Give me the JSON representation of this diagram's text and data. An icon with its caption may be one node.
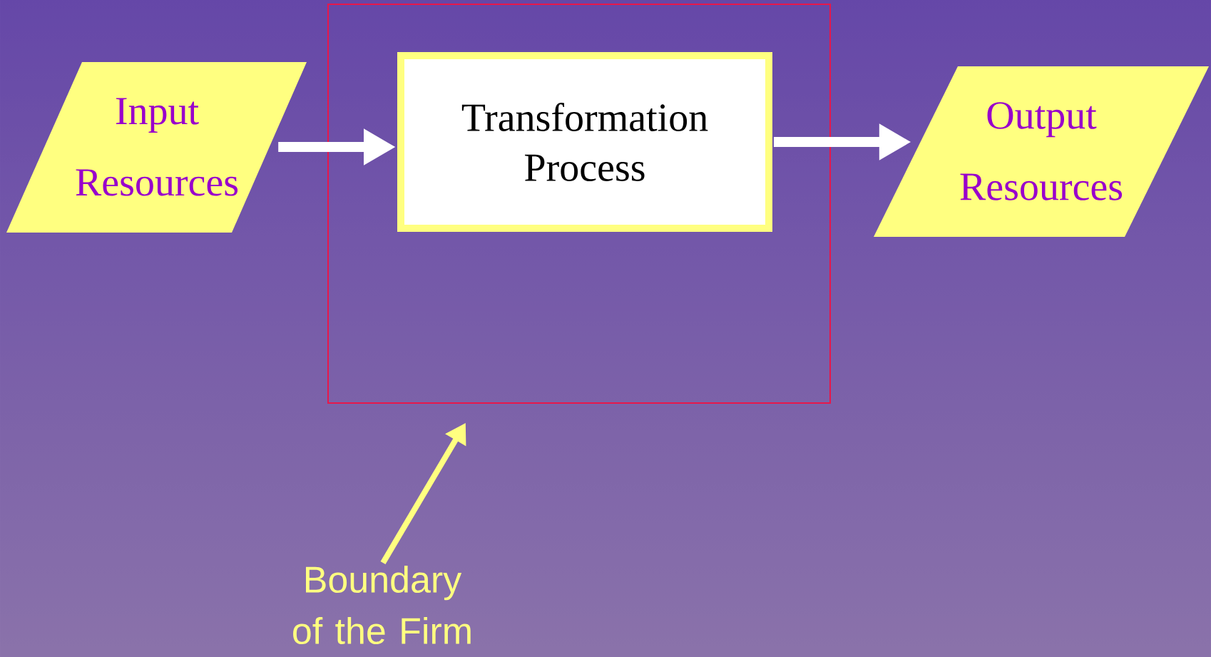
{
  "diagram": {
    "nodes": [
      {
        "text": [
          "Input Resources"
        ]
      },
      {
        "text": [],
        "shape": "box"
      },
      {
        "text": [
          "Transformation Process"
        ],
        "in": 1
      },
      {
        "text": [
          "Output Resources"
        ]
      },
      {
        "text": [
          "Boundary of the Firm"
        ]
      }
    ],
    "edges": [
      {
        "from": 0,
        "to": 2,
        "arrow": "to"
      },
      {
        "from": 2,
        "to": 3,
        "arrow": "to"
      },
      {
        "from": 4,
        "to": 1,
        "arrow": "to",
        "color": "#ffff80"
      }
    ]
  }
}
